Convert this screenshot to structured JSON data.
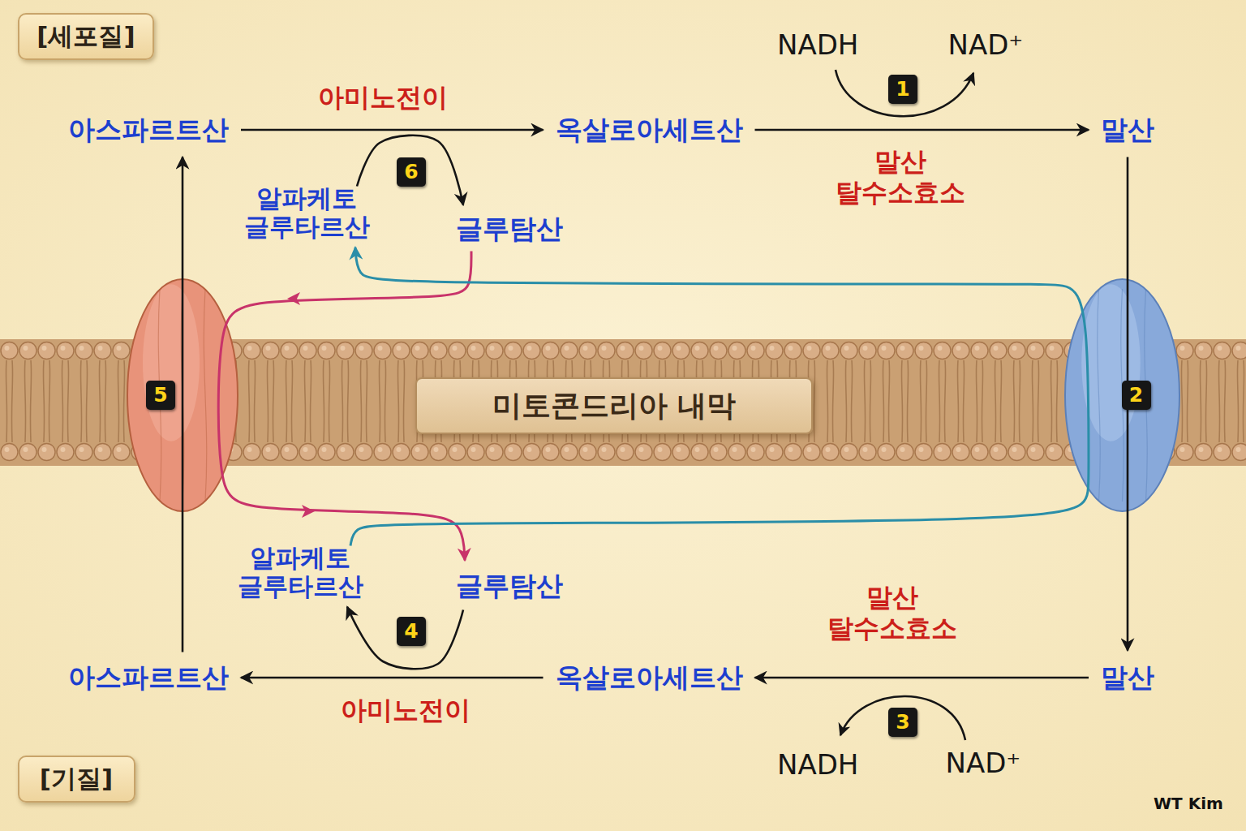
{
  "diagram": {
    "nodes": [
      {
        "text": [
          "[세포질]"
        ]
      },
      {
        "text": [
          "아스파르트산"
        ]
      },
      {
        "text": [
          "옥살로아세트산"
        ]
      },
      {
        "text": [
          "말산"
        ]
      },
      {
        "text": [
          "알파케토 글루타르산"
        ]
      },
      {
        "text": [
          "글루탐산"
        ]
      },
      {
        "text": [
          "5"
        ]
      },
      {
        "text": [
          "미토콘드리아 내막"
        ]
      },
      {
        "text": [
          "2"
        ]
      },
      {
        "text": [
          "알파케토 글루타르산"
        ]
      },
      {
        "text": [
          "글루탐산"
        ]
      },
      {
        "text": [
          "아스파르트산"
        ]
      },
      {
        "text": [
          "옥살로아세트산"
        ]
      },
      {
        "text": [
          "말산"
        ]
      },
      {
        "text": [
          "[기질]"
        ]
      }
    ],
    "edges": [
      {
        "from": 1,
        "to": 2,
        "arrow": "to",
        "label": "아미노전이"
      },
      {
        "from": 2,
        "to": 3,
        "arrow": "to",
        "label": "말산 탈수소효소"
      },
      {
        "from": 3,
        "to": 13,
        "arrow": "to"
      },
      {
        "from": 13,
        "to": 12,
        "arrow": "to",
        "label": "말산 탈수소효소"
      },
      {
        "from": 12,
        "to": 11,
        "arrow": "to",
        "label": "아미노전이"
      },
      {
        "from": 11,
        "to": 1,
        "arrow": "to"
      },
      {
        "from": 4,
        "to": 5,
        "arrow": "to"
      },
      {
        "from": 10,
        "to": 9,
        "arrow": "to"
      },
      {
        "from": 5,
        "to": 10,
        "arrow": "to"
      },
      {
        "from": 9,
        "to": 4,
        "arrow": "to"
      }
    ],
    "labels": [
      "NADH",
      "NAD⁺",
      "1",
      "6",
      "4",
      "NADH",
      "NAD⁺",
      "3",
      "WT Kim"
    ]
  }
}
